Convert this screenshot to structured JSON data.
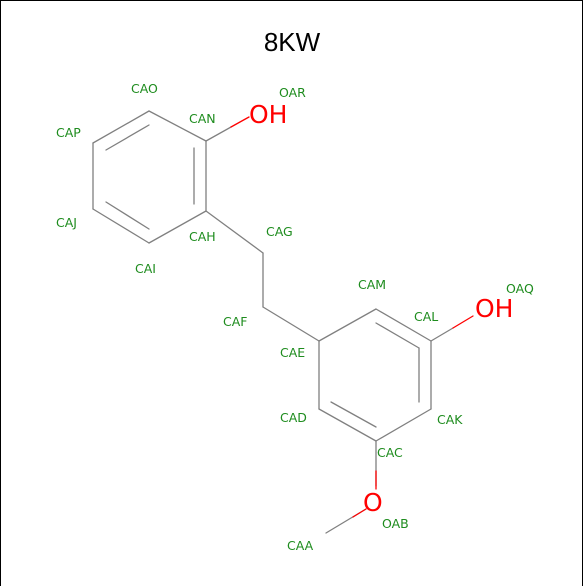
{
  "title": "8KW",
  "colors": {
    "bond": "#808080",
    "label": "#1e8c1e",
    "oxygen": "#ff0000",
    "title": "#000000"
  },
  "heteroatoms": [
    {
      "id": "oh_top",
      "text": "OH"
    },
    {
      "id": "oh_right",
      "text": "OH"
    },
    {
      "id": "o_bottom",
      "text": "O"
    }
  ],
  "atom_labels": [
    {
      "id": "CAO",
      "text": "CAO"
    },
    {
      "id": "OAR",
      "text": "OAR"
    },
    {
      "id": "CAN",
      "text": "CAN"
    },
    {
      "id": "CAP",
      "text": "CAP"
    },
    {
      "id": "CAJ",
      "text": "CAJ"
    },
    {
      "id": "CAH",
      "text": "CAH"
    },
    {
      "id": "CAG",
      "text": "CAG"
    },
    {
      "id": "CAI",
      "text": "CAI"
    },
    {
      "id": "CAM",
      "text": "CAM"
    },
    {
      "id": "OAQ",
      "text": "OAQ"
    },
    {
      "id": "CAL",
      "text": "CAL"
    },
    {
      "id": "CAF",
      "text": "CAF"
    },
    {
      "id": "CAE",
      "text": "CAE"
    },
    {
      "id": "CAD",
      "text": "CAD"
    },
    {
      "id": "CAK",
      "text": "CAK"
    },
    {
      "id": "CAC",
      "text": "CAC"
    },
    {
      "id": "OAB",
      "text": "OAB"
    },
    {
      "id": "CAA",
      "text": "CAA"
    }
  ]
}
